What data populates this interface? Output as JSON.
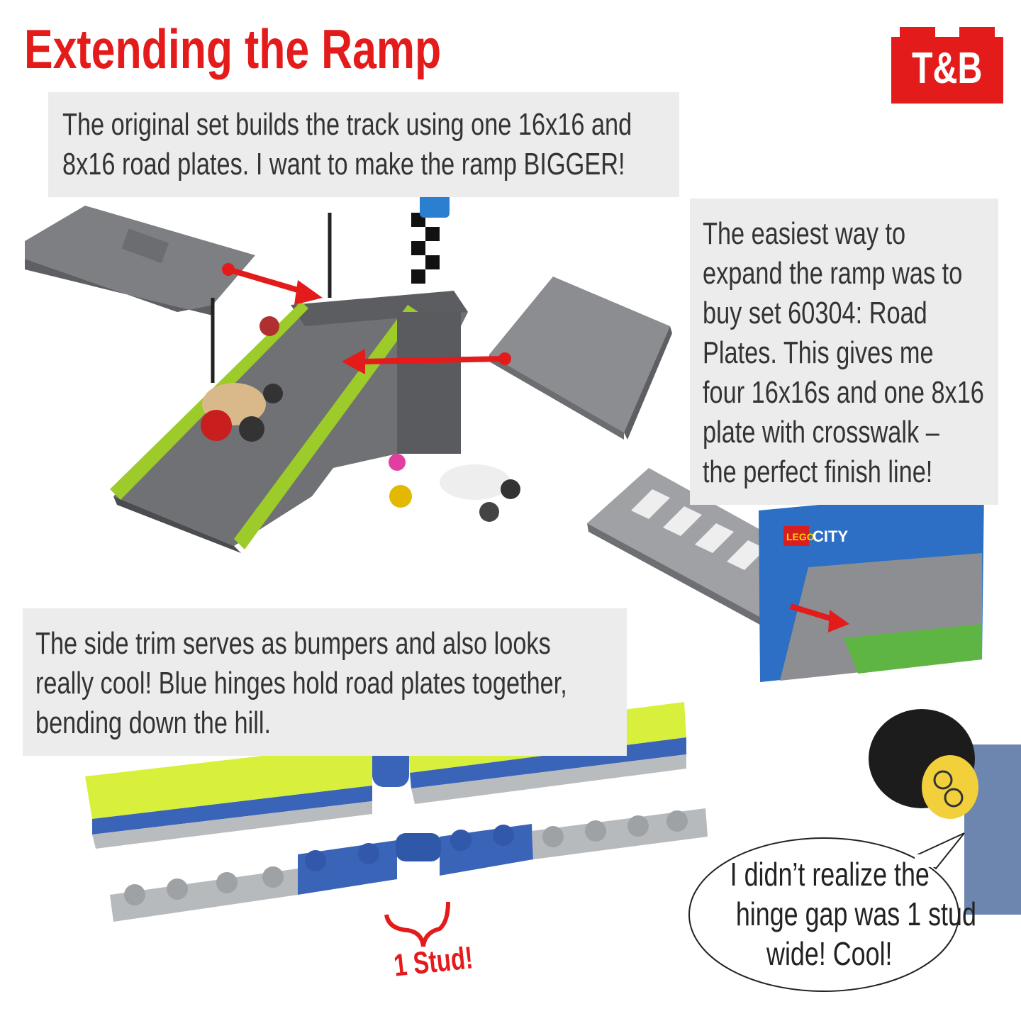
{
  "title": "Extending the Ramp",
  "logo": {
    "text": "T&B",
    "color": "#e41b1b"
  },
  "intro": {
    "lines": [
      "The original set builds the track using one 16x16 and",
      "8x16 road plates. I want to make the ramp BIGGER!"
    ]
  },
  "expand": {
    "lines": [
      "The easiest way to",
      "expand the ramp was to",
      "buy set 60304: Road",
      "Plates. This gives me",
      "four 16x16s and one 8x16",
      "plate with crosswalk –",
      "the perfect finish line!"
    ]
  },
  "trim": {
    "lines": [
      "The side trim serves as bumpers and also looks",
      "really cool! Blue hinges hold road plates together,",
      "bending down the hill."
    ]
  },
  "bubble": {
    "lines": [
      "I didn’t realize the",
      "hinge gap was 1 stud",
      "wide! Cool!"
    ]
  },
  "stud_label": "1 Stud!",
  "product_box": {
    "brand": "LEGO",
    "line": "CITY"
  },
  "colors": {
    "accent": "#e41b1b",
    "box_bg": "#ececec",
    "lime": "#d6ee3a",
    "blue": "#3a64b8",
    "plate_gray": "#8d8f91"
  }
}
